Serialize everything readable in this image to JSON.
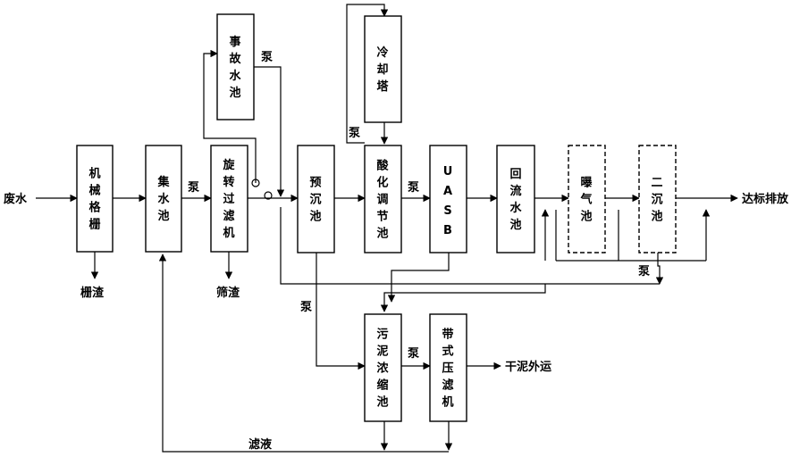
{
  "io": {
    "input": "废水",
    "output": "达标排放",
    "dry_sludge": "干泥外运",
    "screen_residue": "栅渣",
    "sieve_residue": "筛渣",
    "filtrate": "滤液"
  },
  "units": {
    "grille": "机械格栅",
    "collection": "集水池",
    "rotary": "旋转过滤机",
    "accident": "事故水池",
    "presettle": "预沉池",
    "acidify": "酸化调节池",
    "cooling": "冷却塔",
    "uasb": "UASB",
    "reflux": "回流水池",
    "aeration": "曝气池",
    "secondary": "二沉池",
    "thickener": "污泥浓缩池",
    "belt_press": "带式压滤机"
  },
  "pump_label": "泵"
}
